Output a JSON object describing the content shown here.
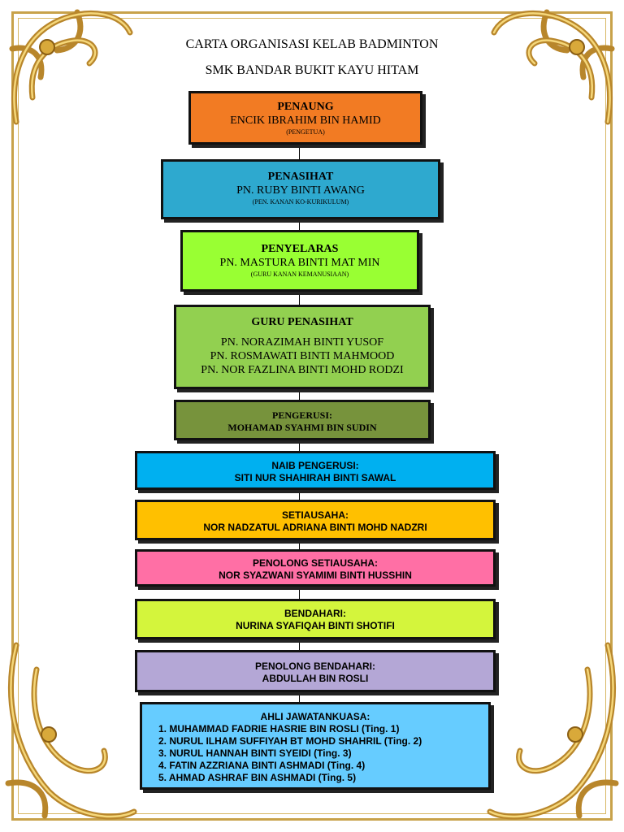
{
  "header": {
    "line1": "CARTA ORGANISASI KELAB BADMINTON",
    "line2": "SMK BANDAR BUKIT KAYU HITAM"
  },
  "nodes": {
    "penaung": {
      "role": "PENAUNG",
      "name": "ENCIK IBRAHIM BIN HAMID",
      "note": "(PENGETUA)",
      "color": "#f27b23"
    },
    "penasihat": {
      "role": "PENASIHAT",
      "name": "PN. RUBY BINTI AWANG",
      "note": "(PEN. KANAN KO-KURIKULUM)",
      "color": "#2ea9cf"
    },
    "penyelaras": {
      "role": "PENYELARAS",
      "name": "PN. MASTURA BINTI MAT MIN",
      "note": "(GURU KANAN KEMANUSIAAN)",
      "color": "#99ff33"
    },
    "guru_penasihat": {
      "role": "GURU PENASIHAT",
      "names": [
        "PN. NORAZIMAH BINTI YUSOF",
        "PN. ROSMAWATI BINTI MAHMOOD",
        "PN. NOR FAZLINA BINTI MOHD RODZI"
      ],
      "color": "#92d050"
    },
    "pengerusi": {
      "role": "PENGERUSI:",
      "name": "MOHAMAD SYAHMI BIN SUDIN",
      "color": "#77933c"
    },
    "naib_pengerusi": {
      "role": "NAIB PENGERUSI:",
      "name": "SITI NUR SHAHIRAH BINTI SAWAL",
      "color": "#00b0f0"
    },
    "setiausaha": {
      "role": "SETIAUSAHA:",
      "name": "NOR NADZATUL ADRIANA BINTI MOHD NADZRI",
      "color": "#ffc000"
    },
    "penolong_setiausaha": {
      "role": "PENOLONG SETIAUSAHA:",
      "name": "NOR SYAZWANI SYAMIMI BINTI HUSSHIN",
      "color": "#ff6fa5"
    },
    "bendahari": {
      "role": "BENDAHARI:",
      "name": "NURINA SYAFIQAH BINTI SHOTIFI",
      "color": "#d4f53c"
    },
    "penolong_bendahari": {
      "role": "PENOLONG BENDAHARI:",
      "name": "ABDULLAH BIN ROSLI",
      "color": "#b4a7d6"
    },
    "ajk": {
      "role": "AHLI JAWATANKUASA:",
      "members": [
        "1.  MUHAMMAD FADRIE HASRIE BIN ROSLI (Ting. 1)",
        "2.  NURUL ILHAM SUFFIYAH BT MOHD SHAHRIL (Ting. 2)",
        "3.  NURUL HANNAH BINTI SYEIDI (Ting. 3)",
        "4.  FATIN AZZRIANA BINTI ASHMADI (Ting. 4)",
        "5.  AHMAD ASHRAF BIN ASHMADI (Ting. 5)"
      ],
      "color": "#66ccff"
    }
  },
  "decor": {
    "frame_color": "#c8a24a",
    "ornament_icon": "gold-scroll-ornament"
  }
}
